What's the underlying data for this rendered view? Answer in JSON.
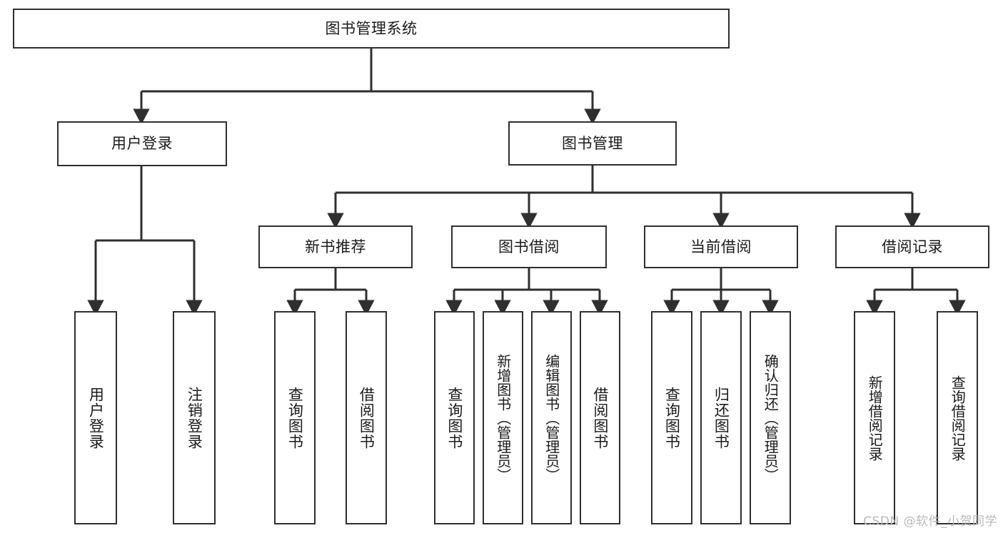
{
  "diagram": {
    "type": "tree-hierarchy",
    "title": "图书管理系统",
    "root": {
      "id": "root",
      "label": "图书管理系统"
    },
    "level1": [
      {
        "id": "user-login",
        "label": "用户登录"
      },
      {
        "id": "book-manage",
        "label": "图书管理"
      }
    ],
    "level2": [
      {
        "id": "new-book-recommend",
        "label": "新书推荐",
        "parent": "book-manage"
      },
      {
        "id": "book-borrow",
        "label": "图书借阅",
        "parent": "book-manage"
      },
      {
        "id": "current-borrow",
        "label": "当前借阅",
        "parent": "book-manage"
      },
      {
        "id": "borrow-record",
        "label": "借阅记录",
        "parent": "book-manage"
      }
    ],
    "leaves": {
      "user-login": [
        {
          "id": "leaf-user-login",
          "label": "用户登录"
        },
        {
          "id": "leaf-user-logout",
          "label": "注销登录"
        }
      ],
      "new-book-recommend": [
        {
          "id": "leaf-query-book-1",
          "label": "查询图书"
        },
        {
          "id": "leaf-borrow-book-1",
          "label": "借阅图书"
        }
      ],
      "book-borrow": [
        {
          "id": "leaf-query-book-2",
          "label": "查询图书"
        },
        {
          "id": "leaf-add-book",
          "label": "新增图书（管理员）"
        },
        {
          "id": "leaf-edit-book",
          "label": "编辑图书（管理员）"
        },
        {
          "id": "leaf-borrow-book-2",
          "label": "借阅图书"
        }
      ],
      "current-borrow": [
        {
          "id": "leaf-query-book-3",
          "label": "查询图书"
        },
        {
          "id": "leaf-return-book",
          "label": "归还图书"
        },
        {
          "id": "leaf-confirm-return",
          "label": "确认归还（管理员）"
        }
      ],
      "borrow-record": [
        {
          "id": "leaf-add-record",
          "label": "新增借阅记录"
        },
        {
          "id": "leaf-query-record",
          "label": "查询借阅记录"
        }
      ]
    },
    "watermark": "CSDN @软件_小贺同学",
    "colors": {
      "stroke": "#2f2f2f",
      "box_fill": "#ffffff",
      "text": "#1a1a1a",
      "watermark": "#b9b9b9",
      "background": "#ffffff"
    }
  }
}
